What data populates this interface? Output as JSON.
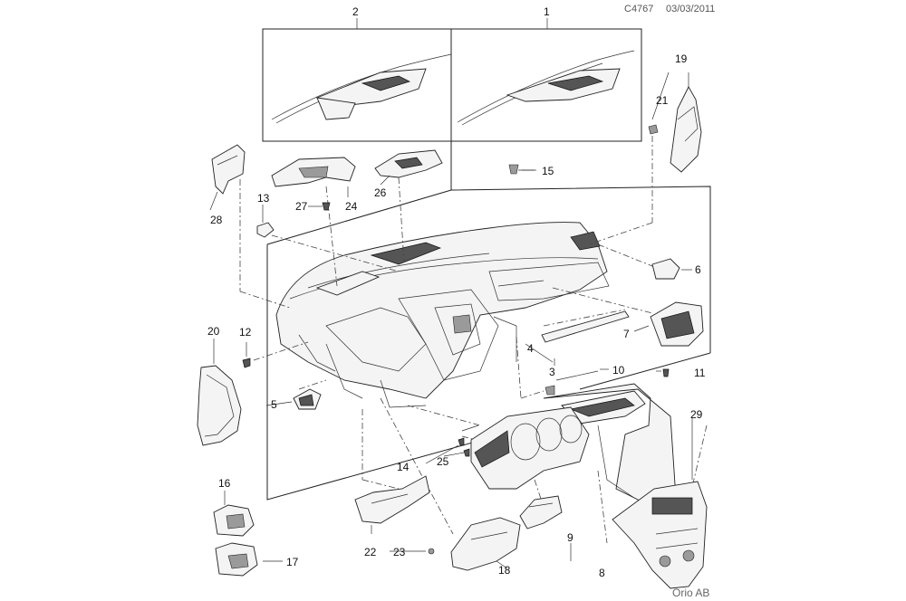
{
  "header": {
    "ref_code": "C4767",
    "date": "03/03/2011"
  },
  "footer": {
    "brand": "Orio AB"
  },
  "callouts": [
    {
      "id": "c1",
      "label": "1"
    },
    {
      "id": "c2",
      "label": "2"
    },
    {
      "id": "c3",
      "label": "3"
    },
    {
      "id": "c4",
      "label": "4"
    },
    {
      "id": "c5",
      "label": "5"
    },
    {
      "id": "c6",
      "label": "6"
    },
    {
      "id": "c7",
      "label": "7"
    },
    {
      "id": "c8",
      "label": "8"
    },
    {
      "id": "c9",
      "label": "9"
    },
    {
      "id": "c10",
      "label": "10"
    },
    {
      "id": "c11",
      "label": "11"
    },
    {
      "id": "c12",
      "label": "12"
    },
    {
      "id": "c13",
      "label": "13"
    },
    {
      "id": "c14",
      "label": "14"
    },
    {
      "id": "c15",
      "label": "15"
    },
    {
      "id": "c16",
      "label": "16"
    },
    {
      "id": "c17",
      "label": "17"
    },
    {
      "id": "c18",
      "label": "18"
    },
    {
      "id": "c19",
      "label": "19"
    },
    {
      "id": "c20",
      "label": "20"
    },
    {
      "id": "c21",
      "label": "21"
    },
    {
      "id": "c22",
      "label": "22"
    },
    {
      "id": "c23",
      "label": "23"
    },
    {
      "id": "c24",
      "label": "24"
    },
    {
      "id": "c25",
      "label": "25"
    },
    {
      "id": "c26",
      "label": "26"
    },
    {
      "id": "c27",
      "label": "27"
    },
    {
      "id": "c28",
      "label": "28"
    },
    {
      "id": "c29",
      "label": "29"
    }
  ]
}
